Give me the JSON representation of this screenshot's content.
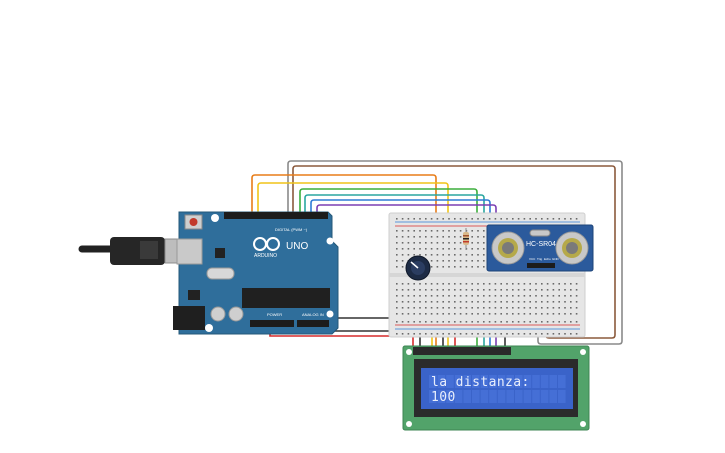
{
  "arduino": {
    "brand": "ARDUINO",
    "model": "UNO",
    "digital_label": "DIGITAL (PWM ~)",
    "analog_label": "ANALOG IN",
    "power_label": "POWER",
    "logo_icon": "arduino-infinity-icon"
  },
  "sensor": {
    "model": "HC-SR04",
    "pins": [
      "VCC",
      "Trig",
      "Echo",
      "GND"
    ]
  },
  "lcd": {
    "line1": "la distanza:",
    "line2": "100"
  },
  "colors": {
    "board": "#2f6e9b",
    "lcd_screen": "#3a63c9",
    "lcd_pcb": "#52a36a",
    "sensor_pcb": "#2b5a9c",
    "wire_red": "#d62b2b",
    "wire_black": "#333333",
    "wire_orange": "#e87d19",
    "wire_yellow": "#f0c419",
    "wire_green": "#3cae3c",
    "wire_blue": "#2e7bd6",
    "wire_purple": "#7b3fb3",
    "wire_brown": "#8b5a3c",
    "wire_gray": "#8a8a8a"
  }
}
